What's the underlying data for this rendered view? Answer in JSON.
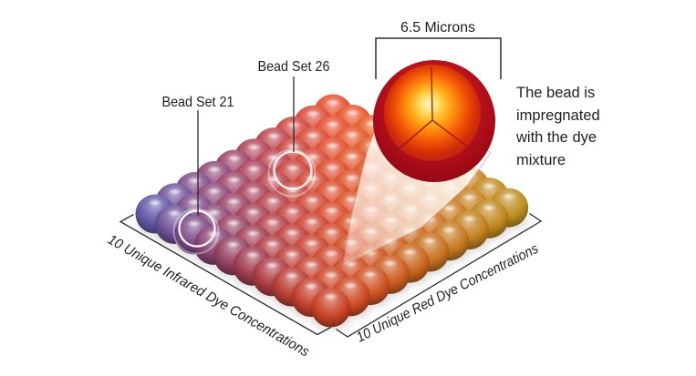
{
  "diagram": {
    "background": "#FFFFFF",
    "ink_color": "#1E1E1E",
    "line_color": "#2B2B2B",
    "annotations": {
      "bead_set_21": "Bead Set 21",
      "bead_set_26": "Bead Set 26",
      "diameter_label": "6.5 Microns",
      "note_lines": [
        "The bead is",
        "impregnated",
        "with the dye",
        "mixture"
      ]
    },
    "axes": {
      "infrared_label": "10 Unique Infrared Dye Concentrations",
      "red_label": "10 Unique Red Dye Concentrations"
    },
    "bead_grid": {
      "rows": 10,
      "cols": 10,
      "color_stops": [
        [
          0.0,
          "#615AA8"
        ],
        [
          0.14,
          "#84497E"
        ],
        [
          0.27,
          "#A43F56"
        ],
        [
          0.4,
          "#C64238"
        ],
        [
          0.52,
          "#DC4A26"
        ],
        [
          0.66,
          "#D55F20"
        ],
        [
          0.8,
          "#CC7820"
        ],
        [
          1.0,
          "#BD8E1E"
        ]
      ],
      "marker_ring_color": "#FFFFFF"
    },
    "magnified_bead": {
      "shell_colors": [
        "#D0303B",
        "#C2161F",
        "#AA0C18",
        "#8A0713"
      ],
      "core_colors": [
        "#FFF7C9",
        "#FFE066",
        "#FFAE19",
        "#FD7F0B",
        "#EF5204",
        "#D22D08",
        "#BC2013"
      ],
      "seam_color": "#9A1410"
    },
    "cone_color": "#FFFBF6"
  }
}
